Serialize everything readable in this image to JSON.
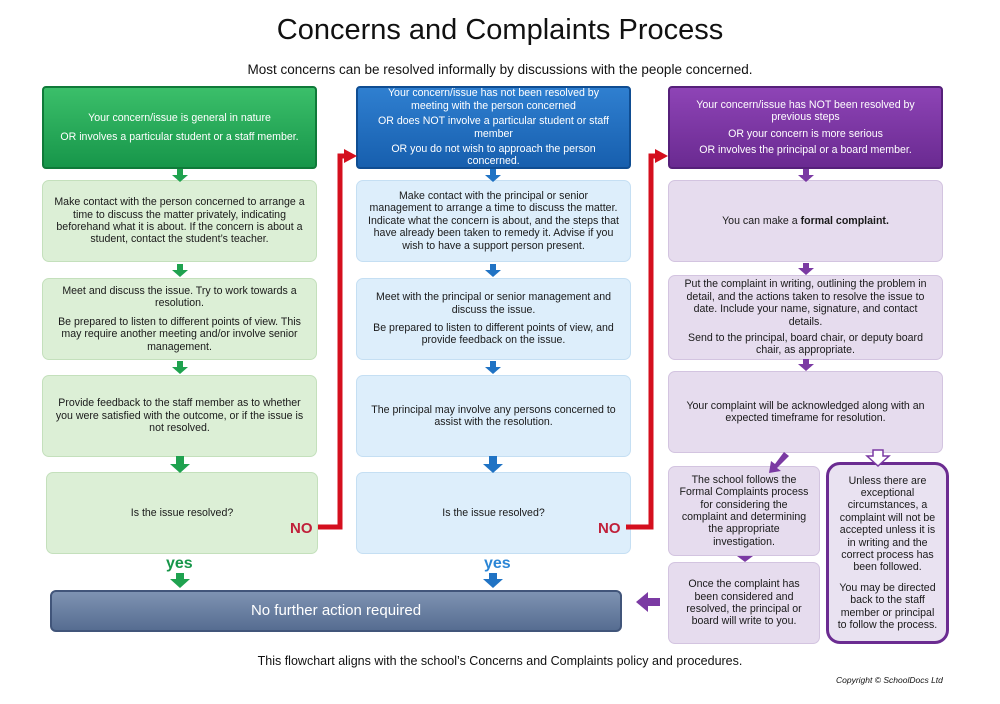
{
  "title": "Concerns and Complaints Process",
  "subtitle": "Most concerns can be resolved informally by discussions with the people concerned.",
  "columns": [
    {
      "header": [
        "Your concern/issue is general in nature",
        "OR involves a particular student or a staff member."
      ],
      "steps": [
        [
          "Make contact with the person concerned to arrange a time to discuss the matter privately, indicating beforehand what it is about. If the concern is about a student, contact the student’s teacher."
        ],
        [
          "Meet and discuss the issue. Try to work towards a resolution.",
          "Be prepared to listen to different points of view. This may require another meeting and/or involve senior management."
        ],
        [
          "Provide feedback to the staff member as to whether you were satisfied with the outcome, or if the issue is not resolved."
        ],
        [
          "Is the issue resolved?"
        ]
      ],
      "no_label": "NO",
      "yes_label": "yes"
    },
    {
      "header": [
        "Your concern/issue has not been resolved by meeting with the person concerned",
        "OR does NOT involve a particular student or staff member",
        "OR you do not wish to approach the person concerned."
      ],
      "steps": [
        [
          "Make contact with the principal or senior management to arrange a time to discuss the matter. Indicate what the concern is about, and the steps that have already been taken to remedy it. Advise if you wish to have a support person present."
        ],
        [
          "Meet with the principal or senior management and discuss the issue.",
          "Be prepared to listen to different points of view, and provide feedback on the issue."
        ],
        [
          "The principal may involve any persons concerned to assist with the resolution."
        ],
        [
          "Is the issue resolved?"
        ]
      ],
      "no_label": "NO",
      "yes_label": "yes"
    },
    {
      "header": [
        "Your concern/issue has NOT been resolved by previous steps",
        "OR your concern is more serious",
        "OR involves the principal or a board member."
      ],
      "formal_prefix": "You can make a ",
      "formal_bold": "formal complaint.",
      "steps": [
        [
          "Put the complaint in writing, outlining the problem in detail, and the actions taken to resolve the issue to date. Include your name, signature, and contact details.",
          "Send to the principal, board chair, or deputy board chair, as appropriate."
        ],
        [
          "Your complaint will be acknowledged along with an expected timeframe for resolution."
        ]
      ],
      "process_text": [
        "The school follows the Formal Complaints process for considering the complaint and determining the appropriate investigation."
      ],
      "write_text": [
        "Once the complaint has been considered and resolved, the principal or board will write to you."
      ],
      "notice": [
        "Unless there are exceptional circumstances, a complaint will not be accepted unless it is in writing and the correct process has been followed.",
        "You may be directed back to the staff member or principal to follow the process."
      ]
    }
  ],
  "no_action": "No further action required",
  "footer": "This flowchart aligns with the school’s Concerns and Complaints policy and procedures.",
  "copyright": "Copyright © SchoolDocs Ltd",
  "colors": {
    "green": "#17964a",
    "blue": "#175fae",
    "purple": "#6a2a91",
    "red_connector": "#d40f1e",
    "no_text": "#c0203a"
  }
}
